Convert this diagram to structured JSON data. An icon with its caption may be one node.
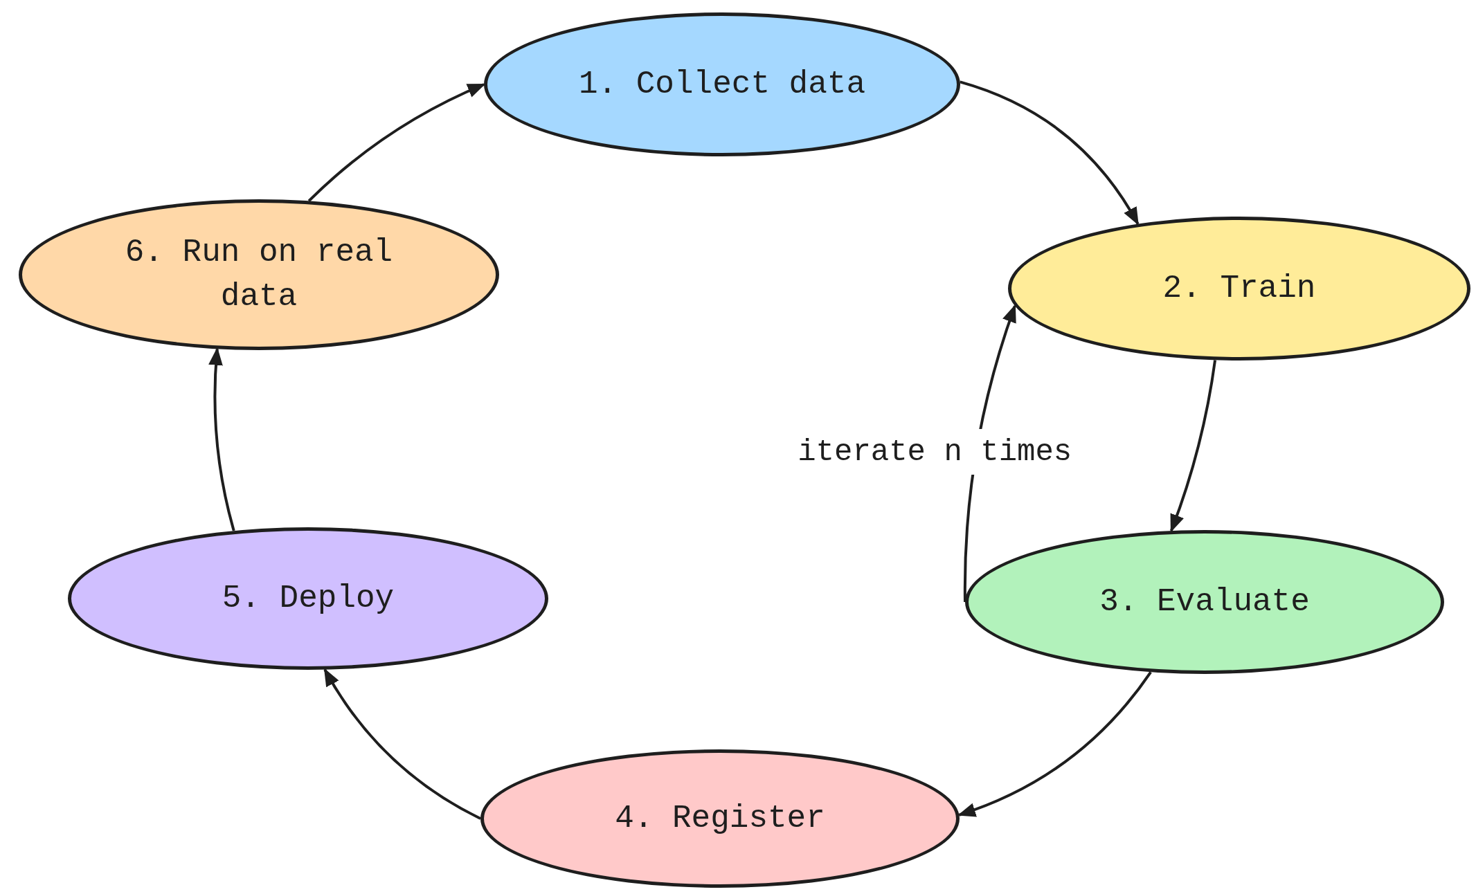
{
  "diagram": {
    "nodes": [
      {
        "text": [
          "1. Collect data"
        ]
      },
      {
        "text": [
          "2. Train"
        ]
      },
      {
        "text": [
          "3. Evaluate"
        ]
      },
      {
        "text": [
          "4. Register"
        ]
      },
      {
        "text": [
          "5. Deploy"
        ]
      },
      {
        "text": [
          "6. Run on real data"
        ]
      }
    ],
    "edges": [
      {
        "from": 0,
        "to": 1,
        "arrow": "to"
      },
      {
        "from": 1,
        "to": 2,
        "arrow": "to"
      },
      {
        "from": 2,
        "to": 1,
        "arrow": "to",
        "label": "iterate n times"
      },
      {
        "from": 2,
        "to": 3,
        "arrow": "to"
      },
      {
        "from": 3,
        "to": 4,
        "arrow": "to"
      },
      {
        "from": 4,
        "to": 5,
        "arrow": "to"
      },
      {
        "from": 5,
        "to": 0,
        "arrow": "to"
      }
    ]
  }
}
